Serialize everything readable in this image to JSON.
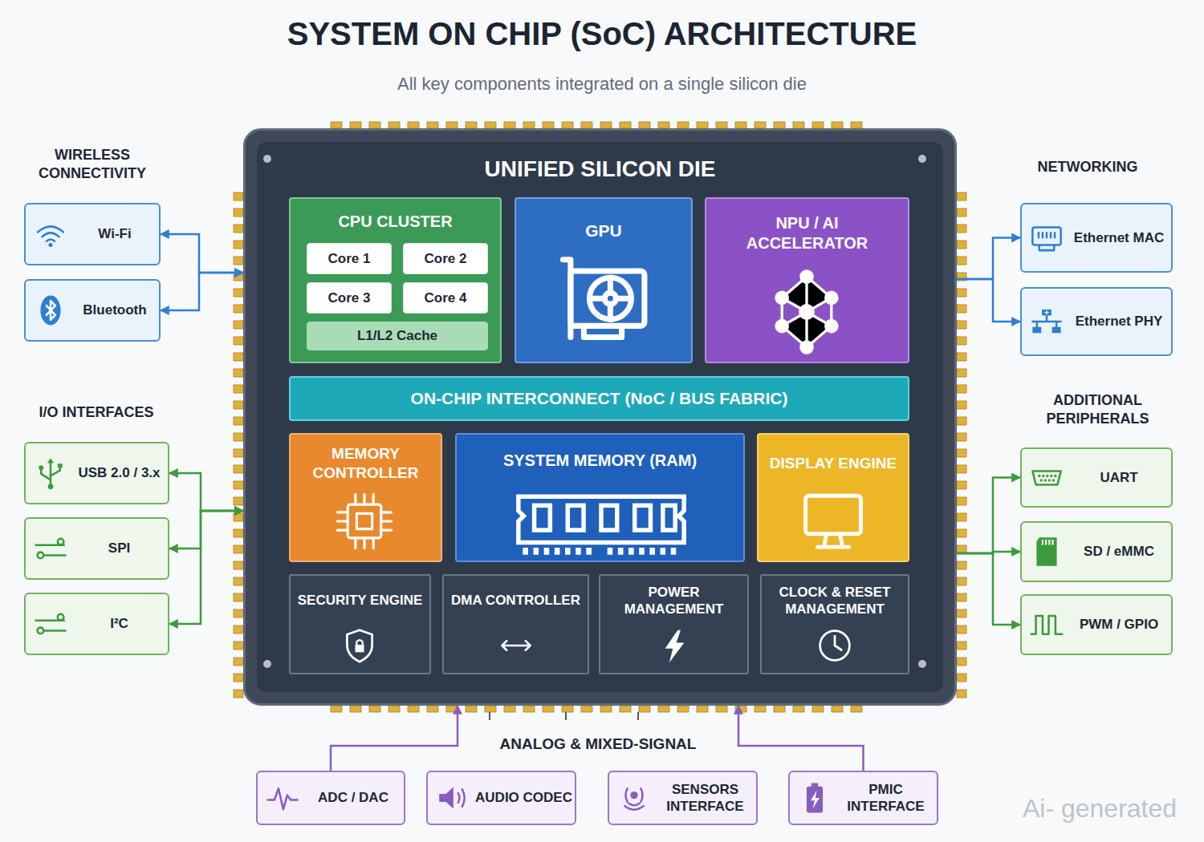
{
  "diagram": {
    "title": "SYSTEM ON CHIP (SoC) ARCHITECTURE",
    "caption": "All key components integrated on a single silicon die",
    "nodes": [
      {
        "text": [
          "UNIFIED SILICON DIE"
        ]
      },
      {
        "text": [
          "CPU CLUSTER"
        ],
        "in": 0
      },
      {
        "text": [
          "Core 1"
        ],
        "in": 1
      },
      {
        "text": [
          "Core 2"
        ],
        "in": 1
      },
      {
        "text": [
          "Core 3"
        ],
        "in": 1
      },
      {
        "text": [
          "Core 4"
        ],
        "in": 1
      },
      {
        "text": [
          "L1/L2 Cache"
        ],
        "in": 1
      },
      {
        "text": [
          "GPU"
        ],
        "in": 0
      },
      {
        "text": [
          "NPU / AI ACCELERATOR"
        ],
        "in": 0
      },
      {
        "text": [
          "ON-CHIP INTERCONNECT (NoC / BUS FABRIC)"
        ],
        "in": 0
      },
      {
        "text": [
          "MEMORY CONTROLLER"
        ],
        "in": 0
      },
      {
        "text": [
          "SYSTEM MEMORY (RAM)"
        ],
        "in": 0
      },
      {
        "text": [
          "DISPLAY ENGINE"
        ],
        "in": 0
      },
      {
        "text": [
          "SECURITY ENGINE"
        ],
        "in": 0
      },
      {
        "text": [
          "DMA CONTROLLER"
        ],
        "in": 0
      },
      {
        "text": [
          "POWER MANAGEMENT"
        ],
        "in": 0
      },
      {
        "text": [
          "CLOCK & RESET MANAGEMENT"
        ],
        "in": 0
      },
      {
        "text": [
          "Wi-Fi"
        ]
      },
      {
        "text": [
          "Bluetooth"
        ]
      },
      {
        "text": [
          "USB 2.0 / 3.x"
        ]
      },
      {
        "text": [
          "SPI"
        ]
      },
      {
        "text": [
          "I²C"
        ]
      },
      {
        "text": [
          "Ethernet MAC"
        ]
      },
      {
        "text": [
          "Ethernet PHY"
        ]
      },
      {
        "text": [
          "UART"
        ]
      },
      {
        "text": [
          "SD / eMMC"
        ]
      },
      {
        "text": [
          "PWM / GPIO"
        ]
      },
      {
        "text": [
          "ADC / DAC"
        ]
      },
      {
        "text": [
          "AUDIO CODEC"
        ]
      },
      {
        "text": [
          "SENSORS INTERFACE"
        ]
      },
      {
        "text": [
          "PMIC INTERFACE"
        ]
      }
    ],
    "edges": [
      {
        "from": 0,
        "to": 17,
        "arrow": "both"
      },
      {
        "from": 0,
        "to": 18,
        "arrow": "both"
      },
      {
        "from": 0,
        "to": 19,
        "arrow": "both"
      },
      {
        "from": 0,
        "to": 20,
        "arrow": "both"
      },
      {
        "from": 0,
        "to": 21,
        "arrow": "both"
      },
      {
        "from": 0,
        "to": 22,
        "arrow": "to"
      },
      {
        "from": 0,
        "to": 23,
        "arrow": "to"
      },
      {
        "from": 0,
        "to": 24,
        "arrow": "to"
      },
      {
        "from": 0,
        "to": 25,
        "arrow": "to"
      },
      {
        "from": 0,
        "to": 26,
        "arrow": "to"
      },
      {
        "from": 27,
        "to": 0,
        "arrow": "to"
      },
      {
        "from": 30,
        "to": 0,
        "arrow": "to"
      }
    ],
    "labels": [
      "WIRELESS CONNECTIVITY",
      "I/O INTERFACES",
      "NETWORKING",
      "ADDITIONAL PERIPHERALS",
      "ANALOG & MIXED-SIGNAL",
      "Ai- generated"
    ]
  }
}
